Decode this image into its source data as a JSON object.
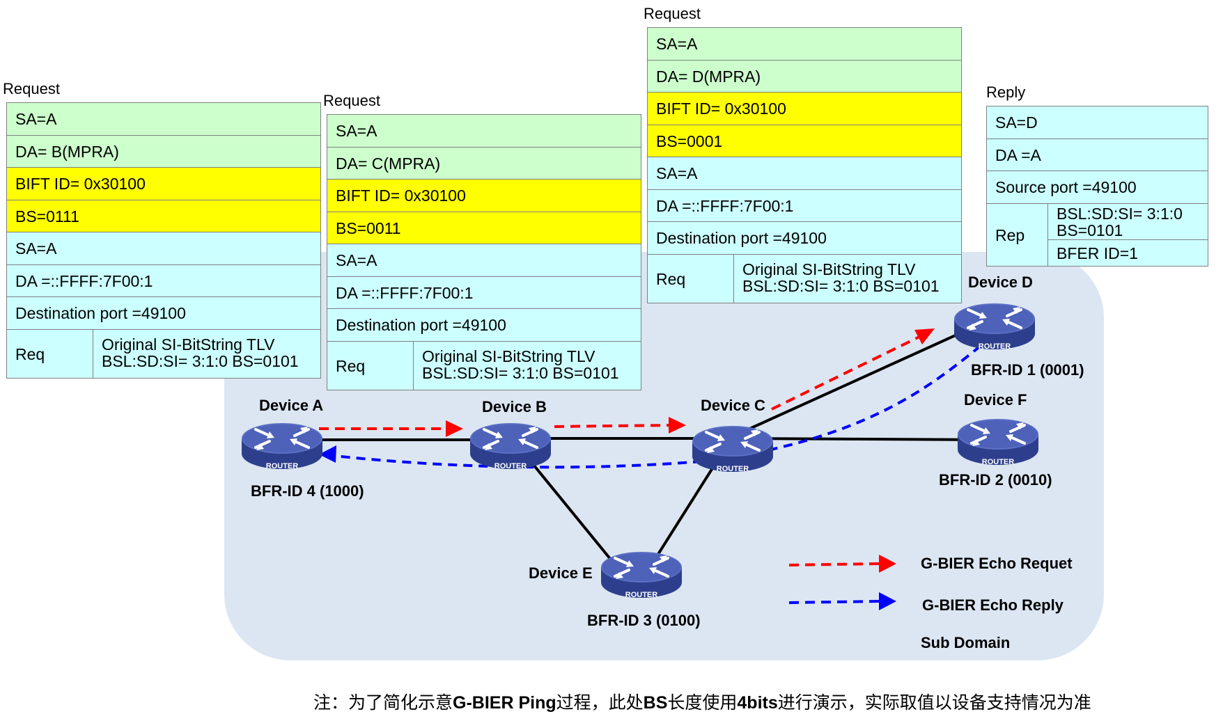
{
  "note": {
    "prefix": "注：为了简化示意",
    "term1": "G-BIER Ping",
    "mid1": "过程，此处",
    "term2": "BS",
    "mid2": "长度使用",
    "term3": "4bits",
    "suffix": "进行演示，实际取值以设备支持情况为准"
  },
  "packets": {
    "p1": {
      "title": "Request",
      "sa_outer": "SA=A",
      "da_outer": "DA= B(MPRA)",
      "bift": "BIFT ID= 0x30100",
      "bs": "BS=0111",
      "sa": "SA=A",
      "da": "DA =::FFFF:7F00:1",
      "port": "Destination port =49100",
      "req": "Req",
      "tlv1": "Original SI-BitString TLV",
      "tlv2": "BSL:SD:SI= 3:1:0   BS=0101"
    },
    "p2": {
      "title": "Request",
      "sa_outer": "SA=A",
      "da_outer": "DA= C(MPRA)",
      "bift": "BIFT ID= 0x30100",
      "bs": "BS=0011",
      "sa": "SA=A",
      "da": "DA =::FFFF:7F00:1",
      "port": "Destination port =49100",
      "req": "Req",
      "tlv1": "Original SI-BitString TLV",
      "tlv2": "BSL:SD:SI= 3:1:0   BS=0101"
    },
    "p3": {
      "title": "Request",
      "sa_outer": "SA=A",
      "da_outer": "DA= D(MPRA)",
      "bift": "BIFT ID= 0x30100",
      "bs": "BS=0001",
      "sa": "SA=A",
      "da": "DA =::FFFF:7F00:1",
      "port": "Destination port =49100",
      "req": "Req",
      "tlv1": "Original SI-BitString TLV",
      "tlv2": "BSL:SD:SI= 3:1:0   BS=0101"
    },
    "reply": {
      "title": "Reply",
      "sa": "SA=D",
      "da": "DA =A",
      "port": "Source port =49100",
      "rep": "Rep",
      "bsl1": "BSL:SD:SI= 3:1:0",
      "bsl2": "BS=0101",
      "bfer": "BFER ID=1"
    }
  },
  "devices": {
    "a": {
      "name": "Device A",
      "bfr": "BFR-ID 4 (1000)"
    },
    "b": {
      "name": "Device B"
    },
    "c": {
      "name": "Device C"
    },
    "d": {
      "name": "Device D",
      "bfr": "BFR-ID 1 (0001)"
    },
    "e": {
      "name": "Device E",
      "bfr": "BFR-ID 3 (0100)"
    },
    "f": {
      "name": "Device F",
      "bfr": "BFR-ID 2 (0010)"
    }
  },
  "router_label": "ROUTER",
  "legend": {
    "request": "G-BIER Echo Requet",
    "reply": "G-BIER Echo Reply",
    "domain": "Sub Domain"
  },
  "colors": {
    "request_arrow": "#ff0000",
    "reply_arrow": "#0000ff",
    "subdomain_fill": "#dce6f2",
    "router_body": "#4a5fb0",
    "green_row": "#ccffcc",
    "yellow_row": "#ffff00",
    "cyan_row": "#ccffff"
  },
  "icons": {
    "router": "router-icon",
    "request_arrow": "red-dashed-arrow-icon",
    "reply_arrow": "blue-dashed-arrow-icon"
  }
}
